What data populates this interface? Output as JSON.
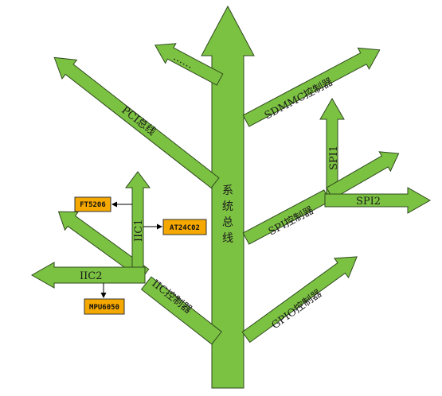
{
  "diagram": {
    "trunk_label": [
      "系",
      "统",
      "总",
      "线"
    ],
    "branches": {
      "dots": "……",
      "pci": "PCI总线",
      "sdmmc": "SDMMC控制器",
      "spi_controller": "SPI控制器",
      "spi1": "SPI1",
      "spi2": "SPI2",
      "iic_controller": "IIC控制器",
      "iic1": "IIC1",
      "iic2": "IIC2",
      "gpio": "GPIO控制器"
    },
    "chips": {
      "ft5206": "FT5206",
      "at24c02": "AT24C02",
      "mpu6050": "MPU6050"
    },
    "colors": {
      "branch_fill": "#7cc242",
      "chip_fill": "#f5a800"
    }
  }
}
